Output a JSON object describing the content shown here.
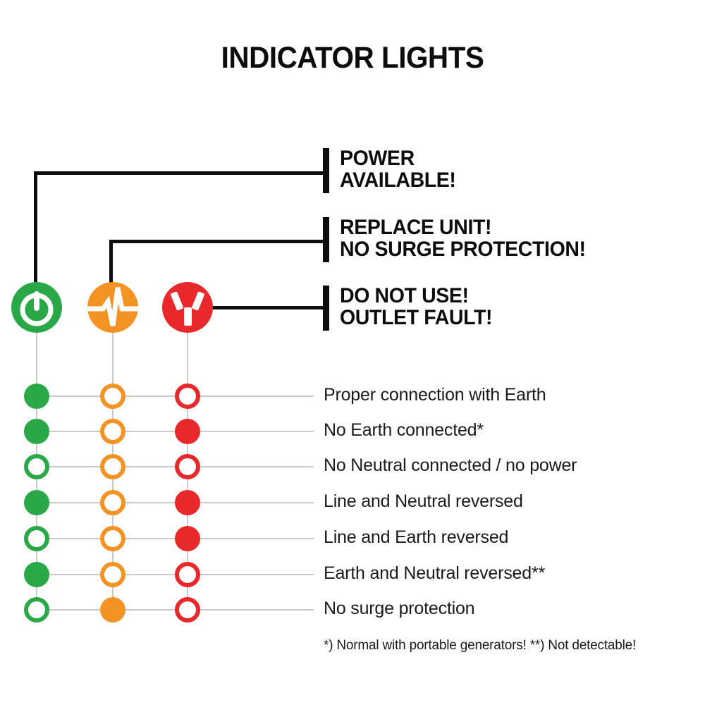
{
  "page": {
    "title": "INDICATOR LIGHTS",
    "background": "#ffffff"
  },
  "colors": {
    "green": "#2aa848",
    "orange": "#f39324",
    "red": "#e8282b",
    "gridline": "#c9c9c9",
    "ink": "#0d0d0d"
  },
  "indicators": [
    {
      "key": "power",
      "icon": "power-icon",
      "color": "#2aa848"
    },
    {
      "key": "pulse",
      "icon": "pulse-icon",
      "color": "#f39324"
    },
    {
      "key": "outlet",
      "icon": "outlet-icon",
      "color": "#e8282b"
    }
  ],
  "callouts": [
    {
      "lines": [
        "POWER",
        "AVAILABLE!"
      ]
    },
    {
      "lines": [
        "REPLACE UNIT!",
        "NO SURGE PROTECTION!"
      ]
    },
    {
      "lines": [
        "DO NOT USE!",
        "OUTLET FAULT!"
      ]
    }
  ],
  "chart_data": {
    "type": "table",
    "title": "INDICATOR LIGHTS",
    "columns": [
      "Power available (green)",
      "Surge protection (orange)",
      "Outlet fault (red)"
    ],
    "legend": [
      {
        "state": "filled",
        "meaning": "lamp on"
      },
      {
        "state": "hollow",
        "meaning": "lamp off"
      }
    ],
    "rows": [
      {
        "label": "Proper connection with Earth",
        "green": "filled",
        "orange": "hollow",
        "red": "hollow"
      },
      {
        "label": "No Earth connected*",
        "green": "filled",
        "orange": "hollow",
        "red": "filled"
      },
      {
        "label": "No Neutral connected / no power",
        "green": "hollow",
        "orange": "hollow",
        "red": "hollow"
      },
      {
        "label": "Line and Neutral reversed",
        "green": "filled",
        "orange": "hollow",
        "red": "filled"
      },
      {
        "label": "Line and Earth reversed",
        "green": "hollow",
        "orange": "hollow",
        "red": "filled"
      },
      {
        "label": "Earth and Neutral reversed**",
        "green": "filled",
        "orange": "hollow",
        "red": "hollow"
      },
      {
        "label": "No surge protection",
        "green": "hollow",
        "orange": "filled",
        "red": "hollow"
      }
    ]
  },
  "footnote": "*) Normal with portable generators! **) Not detectable!"
}
